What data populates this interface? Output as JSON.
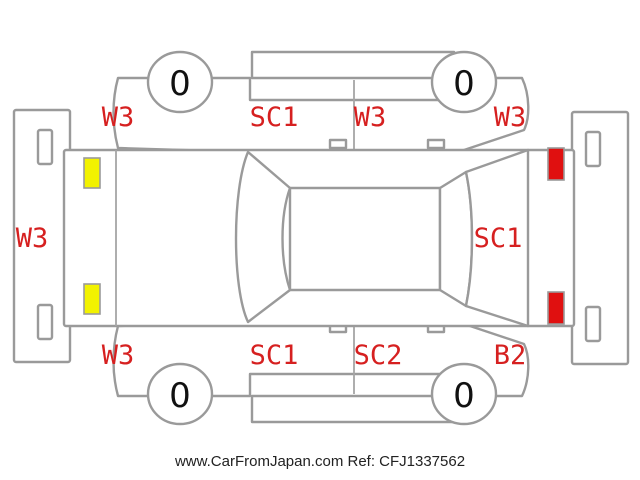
{
  "diagram": {
    "colors": {
      "outline": "#9a9a9a",
      "code_text": "#d62020",
      "front_lamp": "#f2f200",
      "rear_lamp": "#e01010"
    },
    "wheels": {
      "top_left": "0",
      "top_right": "0",
      "bottom_left": "0",
      "bottom_right": "0"
    },
    "codes": {
      "front_left_fender": "W3",
      "front_left_door_top": "SC1",
      "rear_left_door_top": "W3",
      "rear_left_quarter": "W3",
      "front_bumper": "W3",
      "trunk": "SC1",
      "front_right_fender": "W3",
      "front_right_door": "SC1",
      "rear_right_door": "SC2",
      "rear_right_quarter": "B2"
    },
    "footer": "www.CarFromJapan.com Ref: CFJ1337562"
  }
}
